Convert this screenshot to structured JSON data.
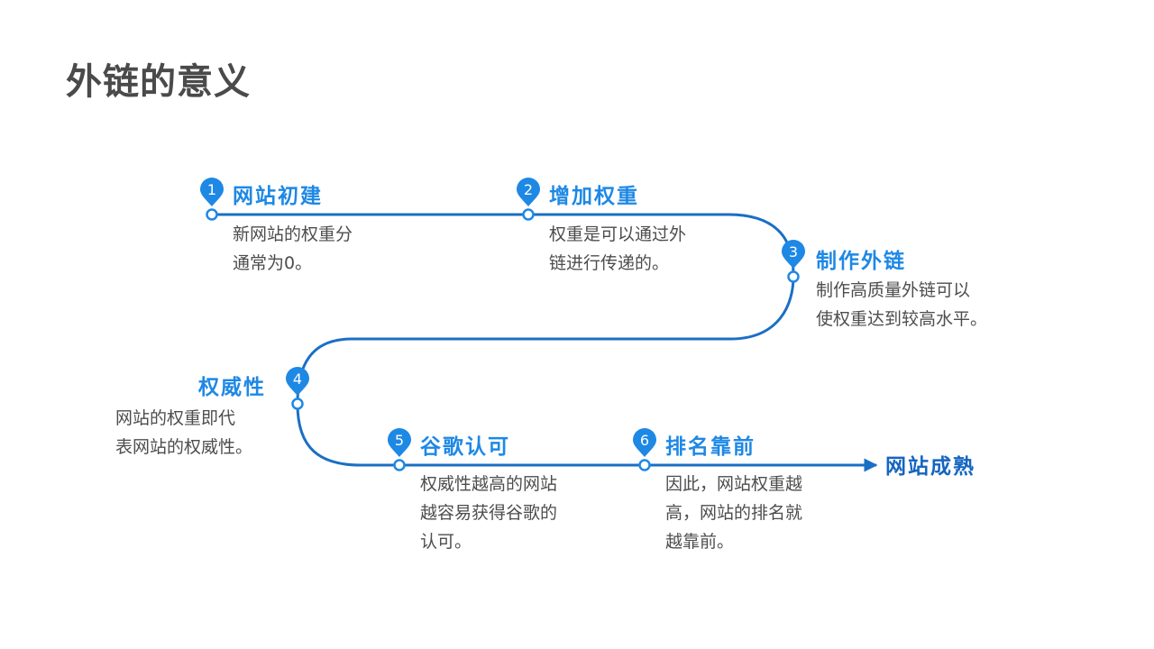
{
  "title": "外链的意义",
  "goal": "网站成熟",
  "colors": {
    "line": "#1a6fc4",
    "marker": "#1e88e5",
    "title_text": "#4a4a4a",
    "body_text": "#4d4d4d"
  },
  "steps": [
    {
      "number": "1",
      "title": "网站初建",
      "desc_lines": [
        "新网站的权重分",
        "通常为0。"
      ]
    },
    {
      "number": "2",
      "title": "增加权重",
      "desc_lines": [
        "权重是可以通过外",
        "链进行传递的。"
      ]
    },
    {
      "number": "3",
      "title": "制作外链",
      "desc_lines": [
        "制作高质量外链可以",
        "使权重达到较高水平。"
      ]
    },
    {
      "number": "4",
      "title": "权威性",
      "desc_lines": [
        "网站的权重即代",
        "表网站的权威性。"
      ]
    },
    {
      "number": "5",
      "title": "谷歌认可",
      "desc_lines": [
        "权威性越高的网站",
        "越容易获得谷歌的",
        "认可。"
      ]
    },
    {
      "number": "6",
      "title": "排名靠前",
      "desc_lines": [
        "因此，网站权重越",
        "高，网站的排名就",
        "越靠前。"
      ]
    }
  ]
}
